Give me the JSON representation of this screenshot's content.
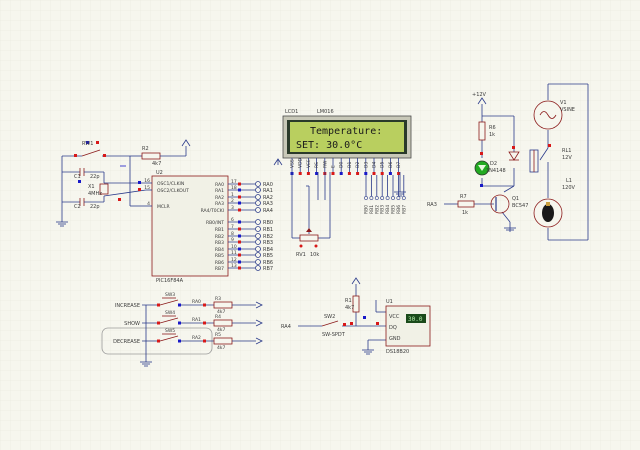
{
  "colors": {
    "wire": "#2a3a8a",
    "part": "#8b1a1a",
    "grid": "#e4e4d8",
    "lcd_bg": "#b9cf5f",
    "lcd_frame": "#2a3a2a",
    "pin_red": "#d81818",
    "pin_blue": "#1818c8"
  },
  "mcu": {
    "ref": "U2",
    "name": "PIC16F84A",
    "left_pins": [
      {
        "num": "16",
        "label": "OSC1/CLKIN"
      },
      {
        "num": "15",
        "label": "OSC2/CLKOUT"
      },
      {
        "num": "4",
        "label": "MCLR"
      }
    ],
    "right_pins": [
      {
        "num": "17",
        "label": "RA0",
        "port": "RA0"
      },
      {
        "num": "18",
        "label": "RA1",
        "port": "RA1"
      },
      {
        "num": "1",
        "label": "RA2",
        "port": "RA2"
      },
      {
        "num": "2",
        "label": "RA3",
        "port": "RA3"
      },
      {
        "num": "3",
        "label": "RA4/T0CKI",
        "port": "RA4"
      },
      {
        "num": "6",
        "label": "RB0/INT",
        "port": "RB0"
      },
      {
        "num": "7",
        "label": "RB1",
        "port": "RB1"
      },
      {
        "num": "8",
        "label": "RB2",
        "port": "RB2"
      },
      {
        "num": "9",
        "label": "RB3",
        "port": "RB3"
      },
      {
        "num": "10",
        "label": "RB4",
        "port": "RB4"
      },
      {
        "num": "11",
        "label": "RB5",
        "port": "RB5"
      },
      {
        "num": "12",
        "label": "RB6",
        "port": "RB6"
      },
      {
        "num": "13",
        "label": "RB7",
        "port": "RB7"
      }
    ]
  },
  "reset": {
    "switch": "RW1",
    "resistor": "R2",
    "resistor_val": "4k7"
  },
  "crystal": {
    "ref": "X1",
    "val": "4MHz",
    "c1": "C1",
    "c1_val": "22p",
    "c2": "C2",
    "c2_val": "22p"
  },
  "lcd": {
    "ref": "LCD1",
    "model": "LM016",
    "line1": "Temperature:",
    "line2": "SET: 30.0°C",
    "pins": [
      "VSS",
      "VDD",
      "VEE",
      "RS",
      "RW",
      "E",
      "D0",
      "D1",
      "D2",
      "D3",
      "D4",
      "D5",
      "D6",
      "D7"
    ],
    "bus_labels": [
      "RB0",
      "RB1",
      "RB2",
      "RB3",
      "RB4",
      "RB5",
      "RB6",
      "RB7"
    ],
    "pot": "RV1",
    "pot_val": "10k"
  },
  "relay_circuit": {
    "supply": "+12V",
    "r6": "R6",
    "r6_val": "1k",
    "d2": "D2",
    "d2_val": "1N4148",
    "r7": "R7",
    "r7_val": "1k",
    "q1": "Q1",
    "q1_val": "BC547",
    "input": "RA3",
    "relay": "RL1",
    "relay_val": "12V",
    "v1": "V1",
    "v1_val": "VSINE",
    "lamp": "L1",
    "lamp_val": "120V"
  },
  "buttons": [
    {
      "label": "INCREASE",
      "sw": "SW3",
      "r": "R3",
      "r_val": "4k7",
      "port": "RA0"
    },
    {
      "label": "SHOW",
      "sw": "SW4",
      "r": "R4",
      "r_val": "4k7",
      "port": "RA1"
    },
    {
      "label": "DECREASE",
      "sw": "SW5",
      "r": "R5",
      "r_val": "4k7",
      "port": "RA2"
    }
  ],
  "sensor": {
    "r1": "R1",
    "r1_val": "4k7",
    "sw": "SW2",
    "sw_val": "SW-SPDT",
    "input": "RA4",
    "ref": "U1",
    "model": "DS18B20",
    "display": "30.0",
    "pins": [
      "VCC",
      "DQ",
      "GND"
    ]
  }
}
